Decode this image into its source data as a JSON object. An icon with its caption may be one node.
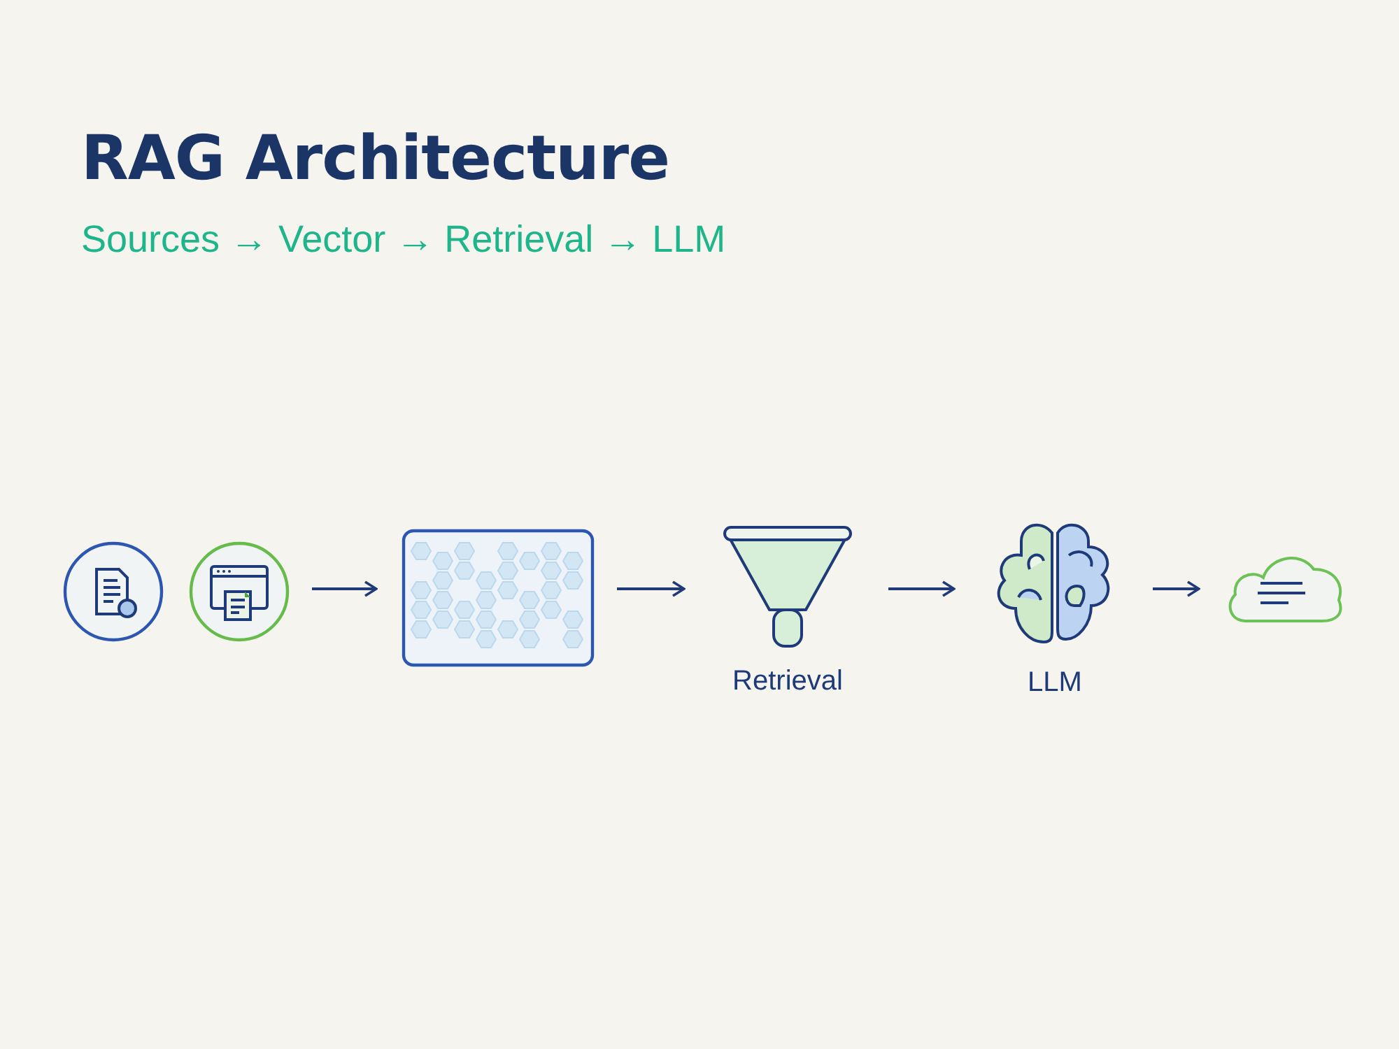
{
  "diagram": {
    "title": "RAG Architecture",
    "nodes": [
      {
        "text": [],
        "shape": "circle"
      },
      {
        "text": [],
        "shape": "circle"
      },
      {
        "text": [],
        "shape": "box"
      },
      {
        "text": [
          "Retrieval"
        ]
      },
      {
        "text": [
          "LLM"
        ]
      },
      {
        "text": [],
        "shape": "cloud"
      }
    ],
    "edges": [
      {
        "from": 1,
        "to": 2,
        "arrow": "to"
      },
      {
        "from": 2,
        "to": 3,
        "arrow": "to"
      },
      {
        "from": 3,
        "to": 4,
        "arrow": "to"
      },
      {
        "from": 4,
        "to": 5,
        "arrow": "to"
      }
    ],
    "labels": [
      "Sources → Vector → Retrieval → LLM"
    ]
  }
}
